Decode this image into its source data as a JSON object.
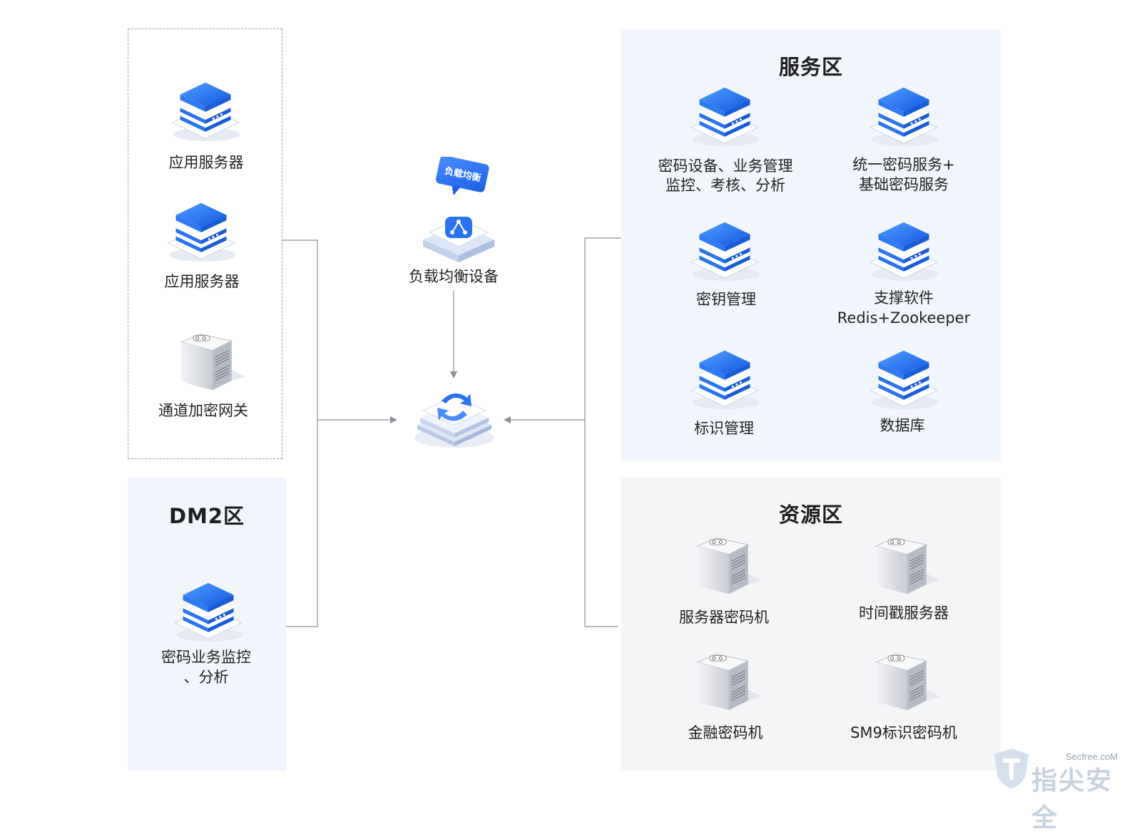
{
  "left_group": {
    "items": [
      {
        "label": "应用服务器",
        "icon": "server-stack-icon"
      },
      {
        "label": "应用服务器",
        "icon": "server-stack-icon"
      },
      {
        "label": "通道加密网关",
        "icon": "hardware-gateway-icon"
      }
    ]
  },
  "dm2_zone": {
    "title": "DM2区",
    "item": {
      "label_line1": "密码业务监控",
      "label_line2": "、分析",
      "icon": "server-stack-icon"
    }
  },
  "load_balancer": {
    "badge": "负载均衡",
    "label": "负载均衡设备",
    "icon": "load-balancer-icon"
  },
  "hub": {
    "icon": "sync-hub-icon"
  },
  "service_zone": {
    "title": "服务区",
    "items": [
      {
        "line1": "密码设备、业务管理",
        "line2": "监控、考核、分析"
      },
      {
        "line1": "统一密码服务+",
        "line2": "基础密码服务"
      },
      {
        "line1": "密钥管理",
        "line2": ""
      },
      {
        "line1": "支撑软件",
        "line2": "Redis+Zookeeper"
      },
      {
        "line1": "标识管理",
        "line2": ""
      },
      {
        "line1": "数据库",
        "line2": ""
      }
    ]
  },
  "resource_zone": {
    "title": "资源区",
    "items": [
      {
        "label": "服务器密码机"
      },
      {
        "label": "时间戳服务器"
      },
      {
        "label": "金融密码机"
      },
      {
        "label": "SM9标识密码机"
      }
    ]
  },
  "watermark": {
    "site": "Secfree.coM",
    "brand": "指尖安全"
  },
  "colors": {
    "blue_primary": "#1f6ff0",
    "blue_light": "#3d8bff",
    "zone_blue_bg": "#f1f5fc",
    "zone_gray_bg": "#f4f5f7",
    "line": "#8a8f98"
  }
}
